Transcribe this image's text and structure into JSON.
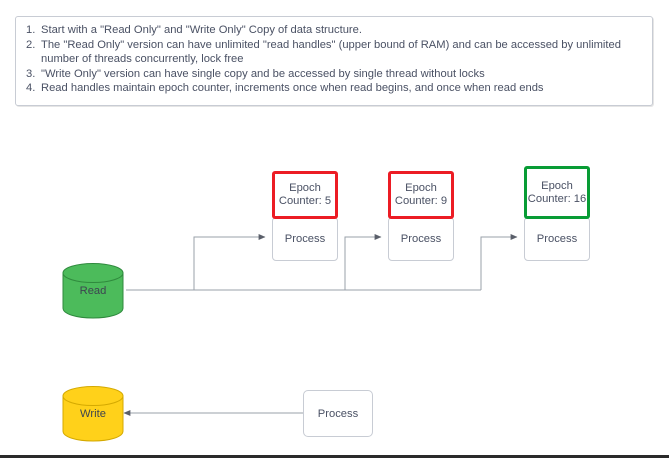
{
  "notes": {
    "items": [
      {
        "num": "1.",
        "text": "Start with a \"Read Only\" and \"Write Only\" Copy of data structure."
      },
      {
        "num": "2.",
        "text": "The \"Read Only\" version can have unlimited \"read handles\" (upper bound of RAM) and can be accessed by unlimited number of threads concurrently, lock free"
      },
      {
        "num": "3.",
        "text": "\"Write Only\" version can have single copy and be accessed by single thread without locks"
      },
      {
        "num": "4.",
        "text": "Read handles maintain epoch counter, increments once when read begins, and once when read ends"
      }
    ]
  },
  "diagram": {
    "read_store": {
      "label": "Read",
      "color": "#4cbb5b"
    },
    "write_store": {
      "label": "Write",
      "color": "#ffd11a"
    },
    "read_nodes": [
      {
        "epoch_label": "Epoch Counter: 5",
        "epoch_value": "5",
        "process_label": "Process",
        "border_color": "#ec1c24",
        "status": "red"
      },
      {
        "epoch_label": "Epoch Counter: 9",
        "epoch_value": "9",
        "process_label": "Process",
        "border_color": "#ec1c24",
        "status": "red"
      },
      {
        "epoch_label": "Epoch Counter: 16",
        "epoch_value": "16",
        "process_label": "Process",
        "border_color": "#089c35",
        "status": "green"
      }
    ],
    "write_node": {
      "process_label": "Process"
    }
  }
}
